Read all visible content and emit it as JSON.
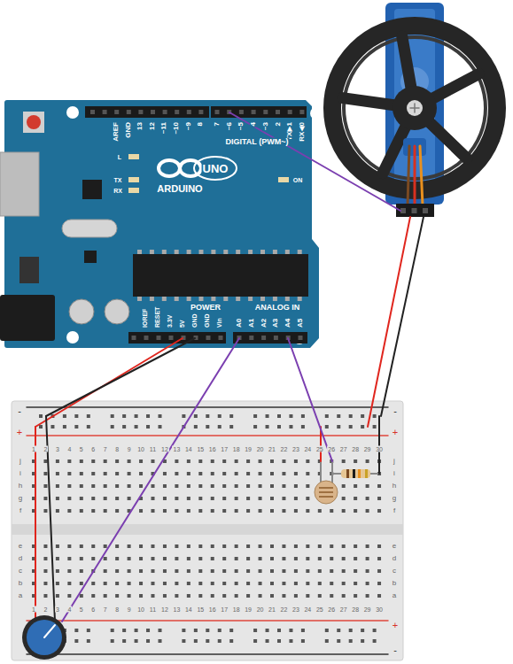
{
  "diagram": {
    "labels": [
      "AREF",
      "GND",
      "13",
      "12",
      "~11",
      "~10",
      "~9",
      "8",
      "7",
      "~6",
      "~5",
      "4",
      "~3",
      "2",
      "TX▶1",
      "RX◀0",
      "DIGITAL (PWM~)",
      "L",
      "TX",
      "RX",
      "ARDUINO",
      "UNO",
      "ON",
      "IOREF",
      "RESET",
      "3.3V",
      "5V",
      "GND",
      "GND",
      "Vin",
      "POWER",
      "ANALOG IN",
      "A0",
      "A1",
      "A2",
      "A3",
      "A4",
      "A5",
      "-",
      "+",
      "-",
      "+",
      "1",
      "2",
      "3",
      "4",
      "5",
      "6",
      "7",
      "8",
      "9",
      "10",
      "11",
      "12",
      "13",
      "14",
      "15",
      "16",
      "17",
      "18",
      "19",
      "20",
      "21",
      "22",
      "23",
      "24",
      "25",
      "26",
      "27",
      "28",
      "29",
      "30",
      "j",
      "i",
      "h",
      "g",
      "f",
      "j",
      "i",
      "h",
      "g",
      "f",
      "e",
      "d",
      "c",
      "b",
      "a",
      "e",
      "d",
      "c",
      "b",
      "a",
      "1",
      "2",
      "3",
      "4",
      "5",
      "6",
      "7",
      "8",
      "9",
      "10",
      "11",
      "12",
      "13",
      "14",
      "15",
      "16",
      "17",
      "18",
      "19",
      "20",
      "21",
      "22",
      "23",
      "24",
      "25",
      "26",
      "27",
      "28",
      "29",
      "30",
      "+",
      "-"
    ]
  }
}
